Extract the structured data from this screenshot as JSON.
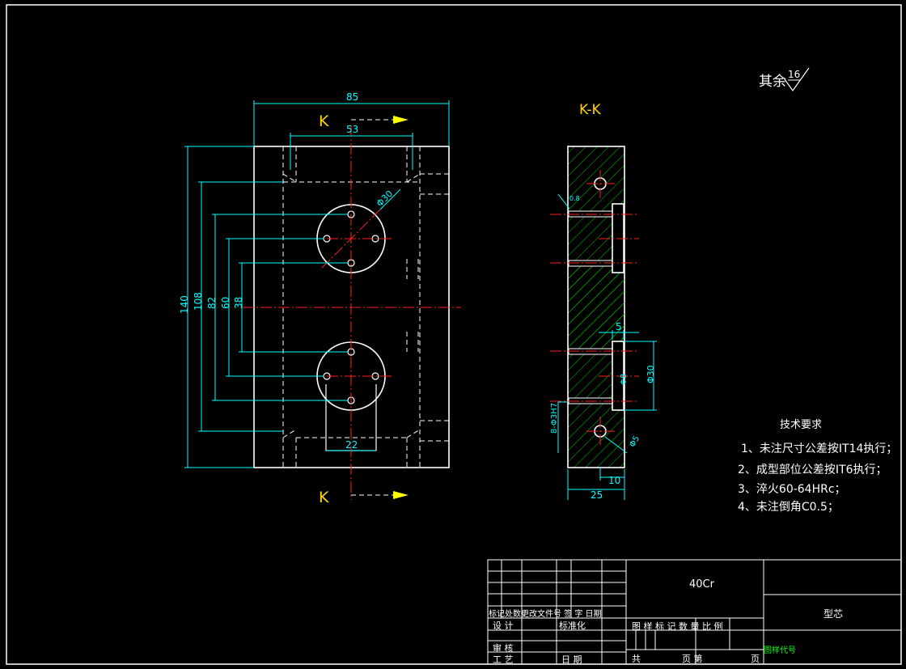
{
  "colors": {
    "background": "#000000",
    "outline": "#ffffff",
    "hidden": "#ffffff",
    "center": "#ff2020",
    "dimension": "#00ffff",
    "hatch": "#00aa00",
    "label": "#ffd700",
    "arrow": "#ffff00",
    "titleblock_green": "#00ff00"
  },
  "roughness": {
    "prefix": "其余",
    "value": "16"
  },
  "front_view": {
    "dims": {
      "width": "85",
      "inner_width": "53",
      "height": "140",
      "d108": "108",
      "d82": "82",
      "d60": "60",
      "d38": "38",
      "slot": "22",
      "dia": "Φ30"
    },
    "section_label": "K"
  },
  "section_view": {
    "title": "K-K",
    "dims": {
      "chamfer": "0.8",
      "step": "5",
      "dia": "Φ30",
      "dia2": "Φ8",
      "depth": "10",
      "width": "25",
      "thread": "8-Φ3H7",
      "small": "Φ5"
    }
  },
  "tech_requirements": {
    "title": "技术要求",
    "items": [
      "1、未注尺寸公差按IT14执行；",
      "2、成型部位公差按IT6执行；",
      "3、淬火60-64HRc；",
      "4、未注倒角C0.5；"
    ]
  },
  "title_block": {
    "material": "40Cr",
    "part_name": "型芯",
    "revision_header": "标记处数更改文件号 签 字 日期",
    "design": "设 计",
    "standardize": "标准化",
    "review": "审 核",
    "process": "工 艺",
    "date": "日 期",
    "label_cols": "图 样 标 记   数 量   比 例",
    "total_sheets": "共",
    "sheet": "页   第",
    "sheet_end": "页",
    "drawing_code": "图样代号"
  }
}
